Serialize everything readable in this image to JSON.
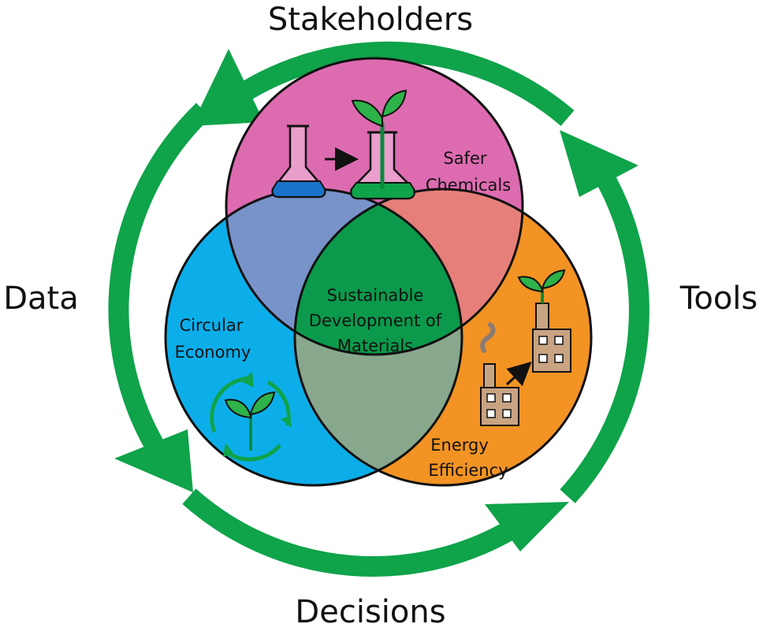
{
  "cycle": {
    "top": "Stakeholders",
    "right": "Tools",
    "bottom": "Decisions",
    "left": "Data",
    "arrow_color": "#0fa34a"
  },
  "venn": {
    "top_circle": {
      "lines": [
        "Safer",
        "Chemicals"
      ],
      "color": "#dd6bb0"
    },
    "left_circle": {
      "lines": [
        "Circular",
        "Economy"
      ],
      "color": "#0caeea"
    },
    "right_circle": {
      "lines": [
        "Energy",
        "Efficiency"
      ],
      "color": "#f29324"
    },
    "overlap_top_left_color": "#7893c9",
    "overlap_top_right_color": "#e67f79",
    "overlap_left_right_color": "#88a88d",
    "center": {
      "lines": [
        "Sustainable",
        "Development of",
        "Materials"
      ],
      "color": "#0b9a4b"
    }
  },
  "icons": {
    "flask_before": "flask-blue-icon",
    "flask_after": "test-tube-sprout-icon",
    "recycle": "recycle-sprout-icon",
    "factory_before": "smoking-factory-icon",
    "factory_after": "green-factory-icon",
    "arrow": "arrow-right-icon"
  }
}
